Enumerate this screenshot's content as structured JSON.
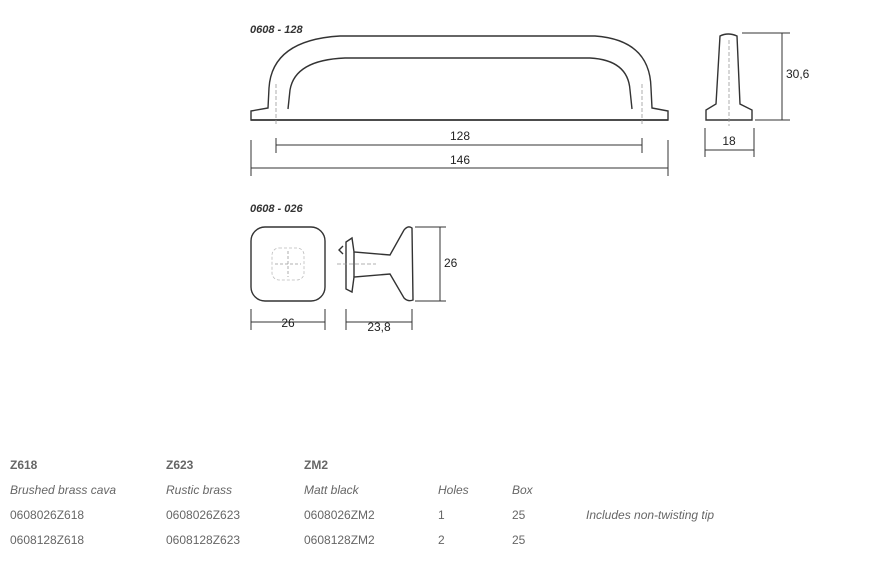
{
  "drawings": {
    "handle": {
      "code": "0608 - 128",
      "dim_hole_spacing": "128",
      "dim_length": "146",
      "dim_height": "30,6",
      "dim_width": "18"
    },
    "knob": {
      "code": "0608 - 026",
      "dim_width": "26",
      "dim_height": "26",
      "dim_depth": "23,8"
    }
  },
  "table": {
    "finishes": [
      {
        "code": "Z618",
        "name": "Brushed brass cava"
      },
      {
        "code": "Z623",
        "name": "Rustic brass"
      },
      {
        "code": "ZM2",
        "name": "Matt black"
      }
    ],
    "col_holes": "Holes",
    "col_box": "Box",
    "rows": [
      {
        "z618": "0608026Z618",
        "z623": "0608026Z623",
        "zm2": "0608026ZM2",
        "holes": "1",
        "box": "25",
        "note": "Includes non-twisting tip"
      },
      {
        "z618": "0608128Z618",
        "z623": "0608128Z623",
        "zm2": "0608128ZM2",
        "holes": "2",
        "box": "25",
        "note": ""
      }
    ]
  }
}
